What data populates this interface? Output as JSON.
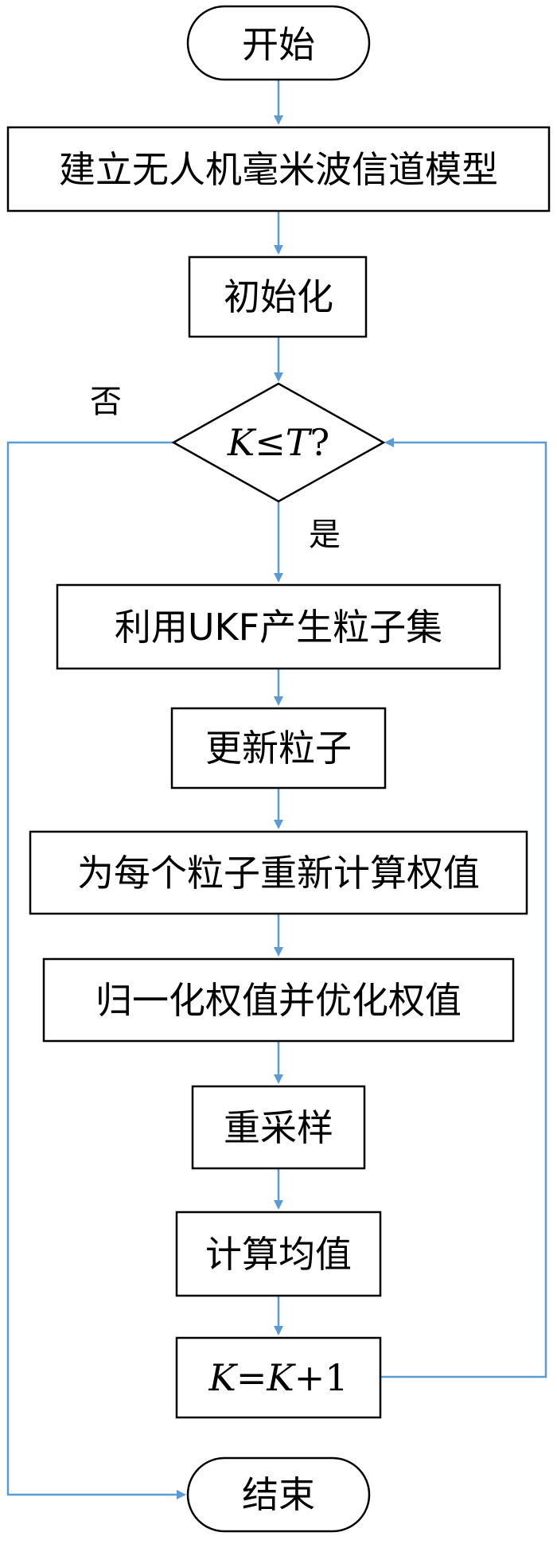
{
  "colors": {
    "connector": "#5b9bd5",
    "node_border": "#000000",
    "text": "#000000"
  },
  "nodes": {
    "start": "开始",
    "model": "建立无人机毫米波信道模型",
    "init": "初始化",
    "cond": {
      "var": "K",
      "op": "≤",
      "bound": "T",
      "q": "?"
    },
    "ukf": "利用UKF产生粒子集",
    "update": "更新粒子",
    "weights": "为每个粒子重新计算权值",
    "normalize": "归一化权值并优化权值",
    "resample": "重采样",
    "mean": "计算均值",
    "inc": {
      "lhs": "K",
      "eq": "=",
      "rhs": "K",
      "plus": "+1"
    },
    "end": "结束"
  },
  "labels": {
    "no": "否",
    "yes": "是"
  }
}
